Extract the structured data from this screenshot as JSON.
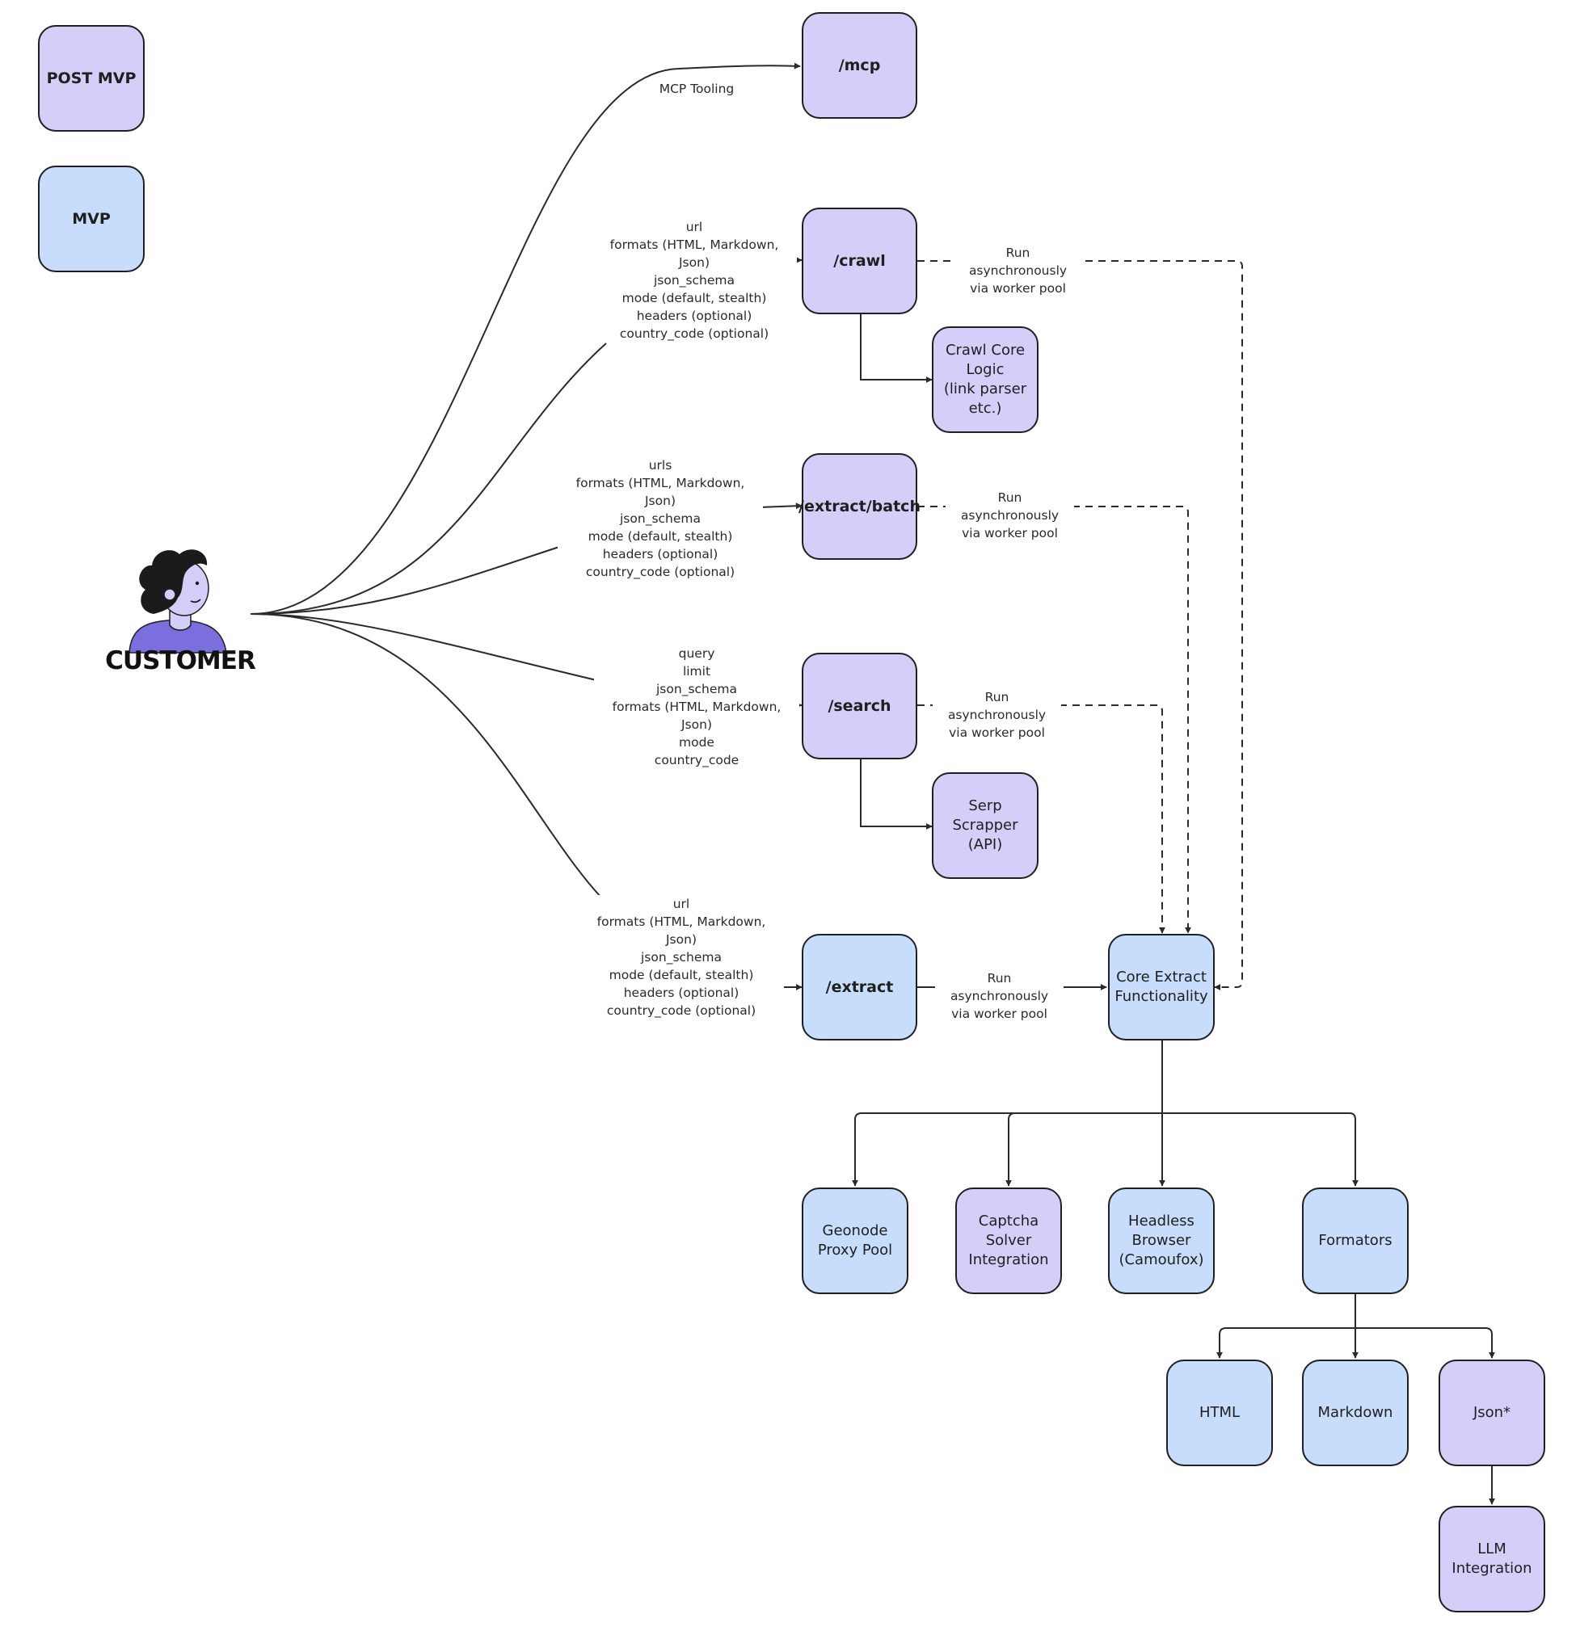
{
  "legend": {
    "post_mvp": "POST MVP",
    "mvp": "MVP"
  },
  "customer": {
    "label": "CUSTOMER"
  },
  "endpoints": {
    "mcp": "/mcp",
    "crawl": "/crawl",
    "extract_batch": "/extract/batch",
    "search": "/search",
    "extract": "/extract"
  },
  "params": {
    "mcp": "MCP Tooling",
    "crawl": "url\nformats (HTML, Markdown, Json)\njson_schema\nmode (default, stealth)\nheaders (optional)\ncountry_code (optional)",
    "extract_batch": "urls\nformats (HTML, Markdown, Json)\njson_schema\nmode (default, stealth)\nheaders (optional)\ncountry_code (optional)",
    "search": "query\nlimit\njson_schema\nformats (HTML, Markdown, Json)\nmode\ncountry_code",
    "extract": "url\nformats (HTML, Markdown, Json)\njson_schema\nmode (default, stealth)\nheaders (optional)\ncountry_code (optional)"
  },
  "async_label": "Run asynchronously\nvia worker pool",
  "components": {
    "crawl_core": "Crawl Core\nLogic\n(link parser\netc.)",
    "serp": "Serp Scrapper\n(API)",
    "core_extract": "Core Extract\nFunctionality",
    "geonode": "Geonode\nProxy Pool",
    "captcha": "Captcha\nSolver\nIntegration",
    "headless": "Headless\nBrowser\n(Camoufox)",
    "formators": "Formators",
    "html": "HTML",
    "markdown": "Markdown",
    "json": "Json*",
    "llm": "LLM\nIntegration"
  },
  "colors": {
    "post_mvp_fill": "#d3cff8",
    "mvp_fill": "#c7ddfb",
    "stroke": "#1f1f1f",
    "avatar_shirt": "#7b6fe0",
    "avatar_skin": "#d3cff8"
  }
}
